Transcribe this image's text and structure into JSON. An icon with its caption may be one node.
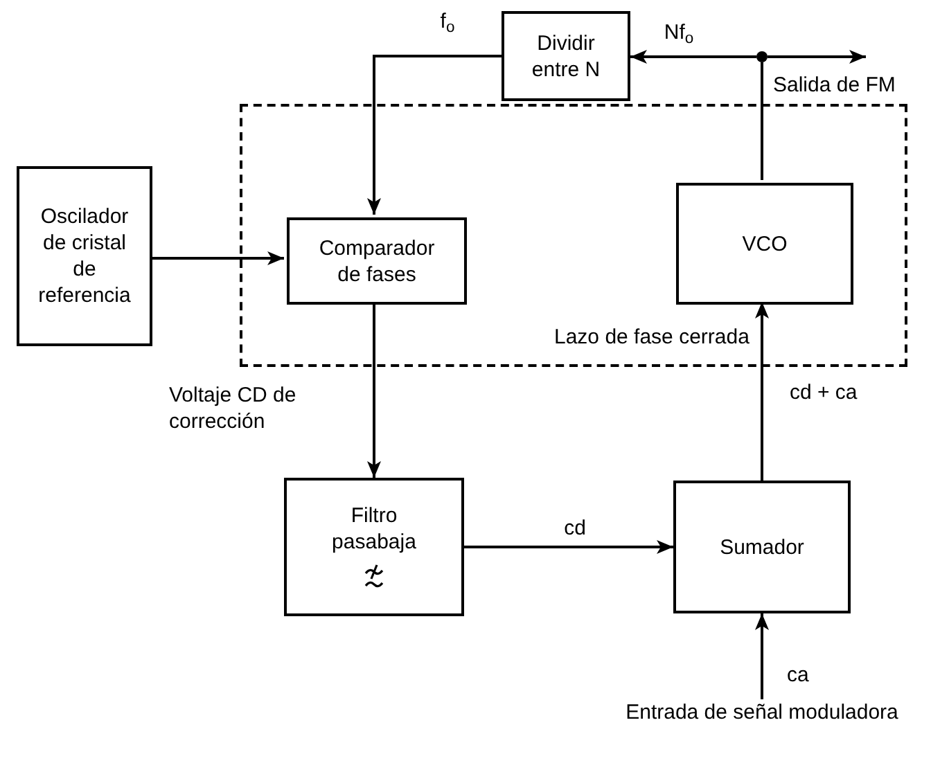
{
  "diagram": {
    "nodes": [
      {
        "text": [
          "Lazo de fase cerrada"
        ]
      },
      {
        "text": [
          "Comparador de fases"
        ],
        "in": 0
      },
      {
        "text": [
          "VCO"
        ],
        "in": 0
      },
      {
        "text": [
          "Oscilador de cristal de referencia"
        ]
      },
      {
        "text": [
          "Dividir entre N"
        ]
      },
      {
        "text": [
          "Filtro pasabaja"
        ]
      },
      {
        "text": [
          "Sumador"
        ]
      },
      {
        "text": [],
        "shape": "circle"
      },
      {
        "text": [
          "Entrada de señal moduladora"
        ]
      }
    ],
    "edges": [
      {
        "from": 3,
        "to": 1,
        "arrow": "to"
      },
      {
        "from": 4,
        "to": 1,
        "arrow": "to",
        "label": "f$_{o}$"
      },
      {
        "from": 2,
        "to": 7,
        "arrow": "none"
      },
      {
        "from": 7,
        "to": 4,
        "arrow": "to",
        "label": "Nf$_{o}$"
      },
      {
        "from": 7,
        "to": null,
        "arrow": "to",
        "label": "Salida de FM"
      },
      {
        "from": 1,
        "to": 5,
        "arrow": "to",
        "label": "Voltaje CD de corrección"
      },
      {
        "from": 5,
        "to": 6,
        "arrow": "to",
        "label": "cd"
      },
      {
        "from": 6,
        "to": 2,
        "arrow": "to",
        "label": "cd + ca"
      },
      {
        "from": 8,
        "to": 6,
        "arrow": "to",
        "label": "ca"
      }
    ]
  }
}
